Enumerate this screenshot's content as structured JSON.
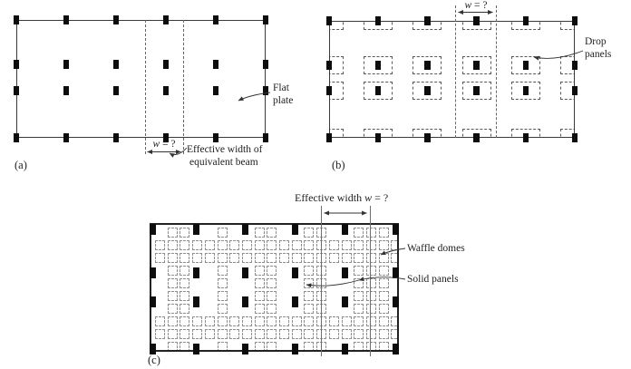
{
  "colors": {
    "background": "#ffffff",
    "ink": "#1f1f1f",
    "plate_outline": "#3a3a3a",
    "dashed_guide": "#666666",
    "dome_dash": "#8f8f8f",
    "column_fill": "#0d0d0d"
  },
  "figure_a": {
    "tag": "(a)",
    "w_dim": {
      "var": "w",
      "rest": " = ?"
    },
    "caption_line1": "Effective width of",
    "caption_line2": "equivalent beam",
    "callout_line1": "Flat",
    "callout_line2": "plate",
    "structure": {
      "system": "flat plate",
      "column_columns": 6,
      "column_rows": 4
    }
  },
  "figure_b": {
    "tag": "(b)",
    "w_dim": {
      "var": "w",
      "rest": " = ?"
    },
    "callout_line1": "Drop",
    "callout_line2": "panels",
    "structure": {
      "system": "flat slab with drop panels",
      "column_columns": 6,
      "column_rows": 4
    }
  },
  "figure_c": {
    "tag": "(c)",
    "dim_label": {
      "prefix": "Effective width ",
      "var": "w",
      "rest": " = ?"
    },
    "callout_domes": "Waffle domes",
    "callout_panels": "Solid panels",
    "structure": {
      "system": "waffle slab",
      "column_columns": 6,
      "column_rows": 4
    }
  }
}
